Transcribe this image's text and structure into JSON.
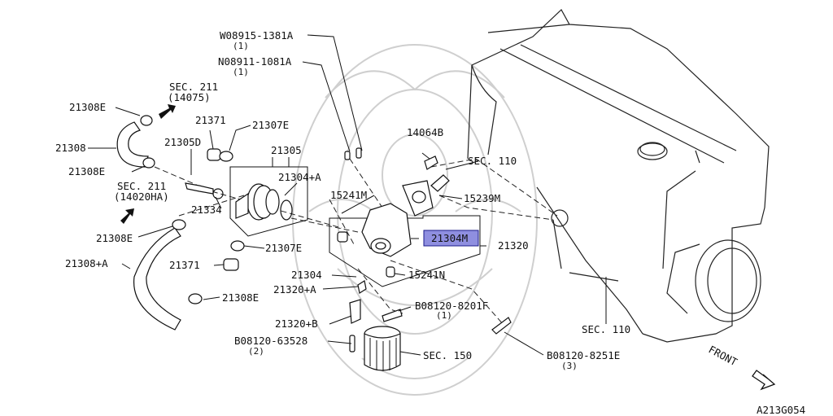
{
  "labels": {
    "l_08915": "W08915-1381A",
    "l_08915_qty": "(1)",
    "l_08911": "N08911-1081A",
    "l_08911_qty": "(1)",
    "l_sec211a": "SEC. 211",
    "l_sec211a_sub": "(14075)",
    "l_21308e_a": "21308E",
    "l_21371_a": "21371",
    "l_21307e_a": "21307E",
    "l_14064b": "14064B",
    "l_21308": "21308",
    "l_21305d": "21305D",
    "l_21305": "21305",
    "l_sec110a": "SEC. 110",
    "l_21308e_b": "21308E",
    "l_21304a": "21304+A",
    "l_15241m": "15241M",
    "l_15239m": "15239M",
    "l_sec211b": "SEC. 211",
    "l_sec211b_sub": "(14020HA)",
    "l_21334": "21334",
    "l_21304m": "21304M",
    "l_21320": "21320",
    "l_21308e_c": "21308E",
    "l_21307e_b": "21307E",
    "l_21308a": "21308+A",
    "l_21371_b": "21371",
    "l_21304": "21304",
    "l_15241n": "15241N",
    "l_21320a": "21320+A",
    "l_21308e_d": "21308E",
    "l_08120_8201f": "B08120-8201F",
    "l_08120_8201f_qty": "(1)",
    "l_21320b": "21320+B",
    "l_sec110b": "SEC. 110",
    "l_08120_63528": "B08120-63528",
    "l_08120_63528_qty": "(2)",
    "l_sec150": "SEC. 150",
    "l_08120_8251e": "B08120-8251E",
    "l_08120_8251e_qty": "(3)",
    "l_front": "FRONT",
    "l_code": "A213G054"
  },
  "highlight": {
    "part": "21304M",
    "color": "#8f8fe0"
  }
}
